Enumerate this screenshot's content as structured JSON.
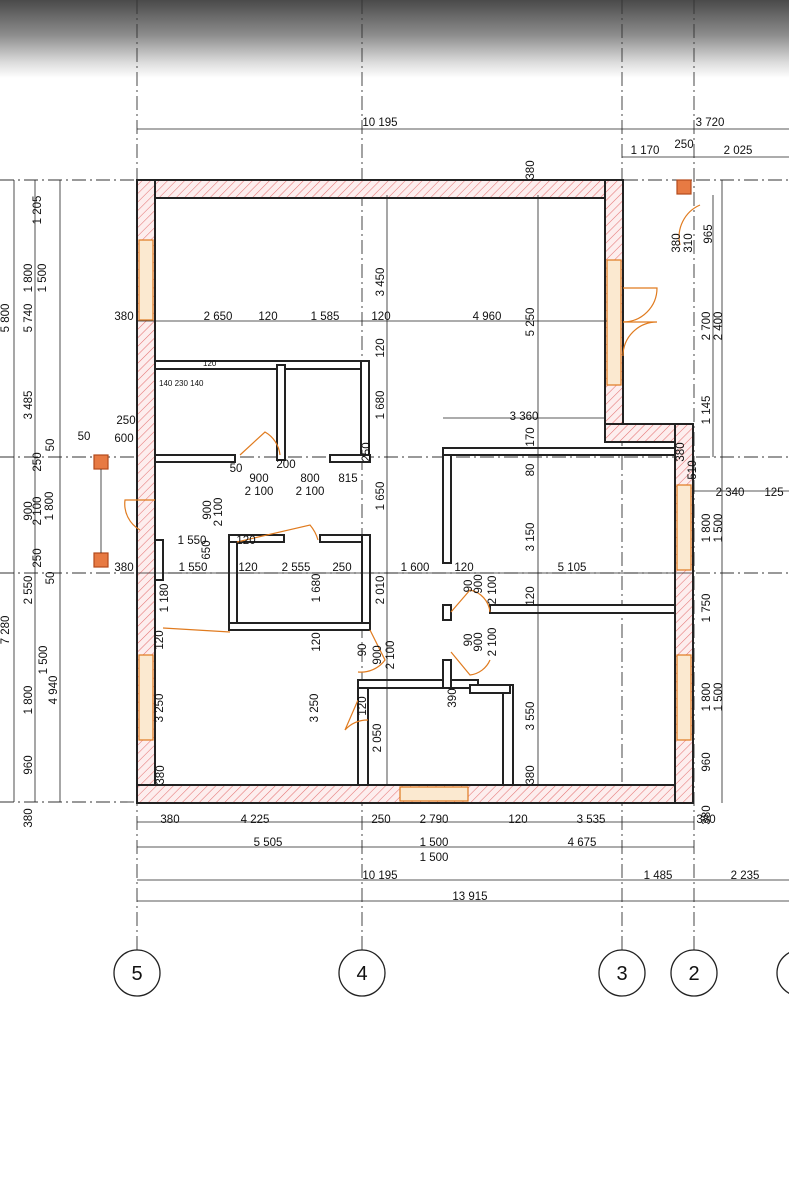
{
  "plan": {
    "axes": [
      "5",
      "4",
      "3",
      "2"
    ],
    "top_dims": {
      "overall": "10 195",
      "right_overall": "3 720",
      "right_a": "1 170",
      "right_b": "250",
      "right_c": "2 025",
      "top_wall": "380"
    },
    "left_dims": {
      "a": "1 205",
      "b": "1 800",
      "c": "1 500",
      "d": "5 740",
      "e": "5 800",
      "f": "3 485",
      "g": "250",
      "h": "50",
      "i": "900",
      "j": "2 100",
      "k": "1 800",
      "l": "250",
      "m": "50",
      "n": "2 550",
      "o": "7 280",
      "p": "1 500",
      "q": "4 940",
      "r": "1 800",
      "s": "960",
      "t": "380",
      "u": "600",
      "v": "250",
      "w": "50"
    },
    "interior_dims": {
      "row1_a": "380",
      "row1_b": "2 650",
      "row1_c": "120",
      "row1_d": "1 585",
      "row1_e": "120",
      "row1_f": "4 960",
      "v_3450": "3 450",
      "v_5250": "5 250",
      "v_380top": "380",
      "v_120": "120",
      "v_1680": "1 680",
      "d_3360": "3 360",
      "v_170": "170",
      "d_200": "200",
      "d_50": "50",
      "d_900a": "900",
      "d_800": "800",
      "d_815": "815",
      "d_2100a": "2 100",
      "d_2100b": "2 100",
      "v_250": "250",
      "v_1650": "1 650",
      "v_80": "80",
      "v_3150": "3 150",
      "v_900a": "900",
      "v_2100c": "2 100",
      "d_1550a": "1 550",
      "d_120a": "120",
      "v_650": "650",
      "row2_a": "380",
      "row2_b": "1 550",
      "row2_c": "120",
      "row2_d": "2 555",
      "row2_e": "250",
      "row2_f": "1 600",
      "row2_g": "120",
      "row2_h": "5 105",
      "v_2010": "2 010",
      "v_1680b": "1 680",
      "v_1180": "1 180",
      "v_120b": "120",
      "v_120c": "120",
      "v_120d": "120",
      "v_90a": "90",
      "v_900b": "900",
      "v_2100d": "2 100",
      "v_90b": "90",
      "v_900c": "900",
      "v_2100e": "2 100",
      "v_90c": "90",
      "v_900d": "900",
      "v_2100f": "2 100",
      "v_390": "390",
      "v_3250a": "3 250",
      "v_3250b": "3 250",
      "v_120e": "120",
      "v_2050": "2 050",
      "v_3550": "3 550",
      "v_380b": "380",
      "v_380c": "380",
      "tiny": "140 230 140",
      "tiny2": "120"
    },
    "right_dims": {
      "a": "380",
      "b": "310",
      "c": "965",
      "d": "2 700",
      "e": "2 400",
      "f": "1 145",
      "g": "380",
      "h": "510",
      "i": "2 340",
      "j": "125",
      "k": "1 800",
      "l": "1 500",
      "m": "1 750",
      "n": "1 800",
      "o": "1 500",
      "p": "960",
      "q": "380"
    },
    "bottom_dims": {
      "r1_a": "380",
      "r1_b": "4 225",
      "r1_c": "250",
      "r1_d": "2 790",
      "r1_e": "120",
      "r1_f": "3 535",
      "r1_g": "380",
      "r2_a": "5 505",
      "r2_b": "1 500",
      "r2_c": "1 500",
      "r2_d": "4 675",
      "r3_a": "10 195",
      "r3_b": "1 485",
      "r3_c": "2 235",
      "r4_a": "13 915"
    }
  }
}
